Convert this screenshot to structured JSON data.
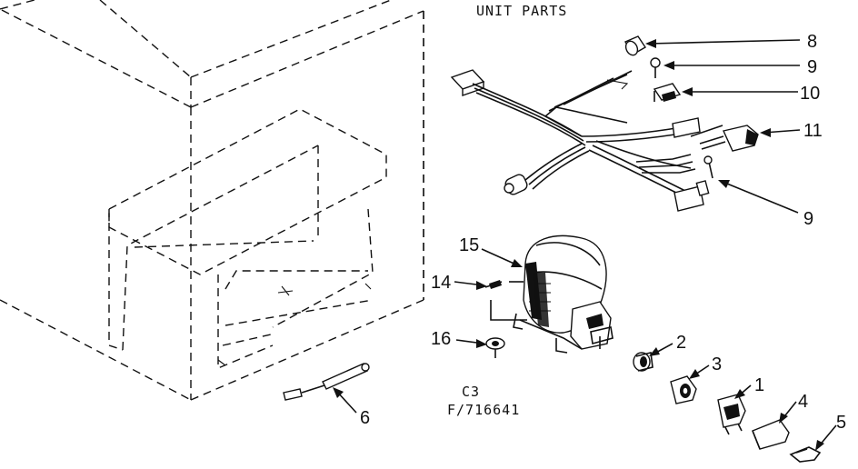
{
  "title": "UNIT PARTS",
  "model_code": "C3",
  "figure_number": "F/716641",
  "callouts": {
    "c1": "1",
    "c2": "2",
    "c3": "3",
    "c4": "4",
    "c5": "5",
    "c6": "6",
    "c8": "8",
    "c9a": "9",
    "c9b": "9",
    "c10": "10",
    "c11": "11",
    "c14": "14",
    "c15": "15",
    "c16": "16"
  }
}
